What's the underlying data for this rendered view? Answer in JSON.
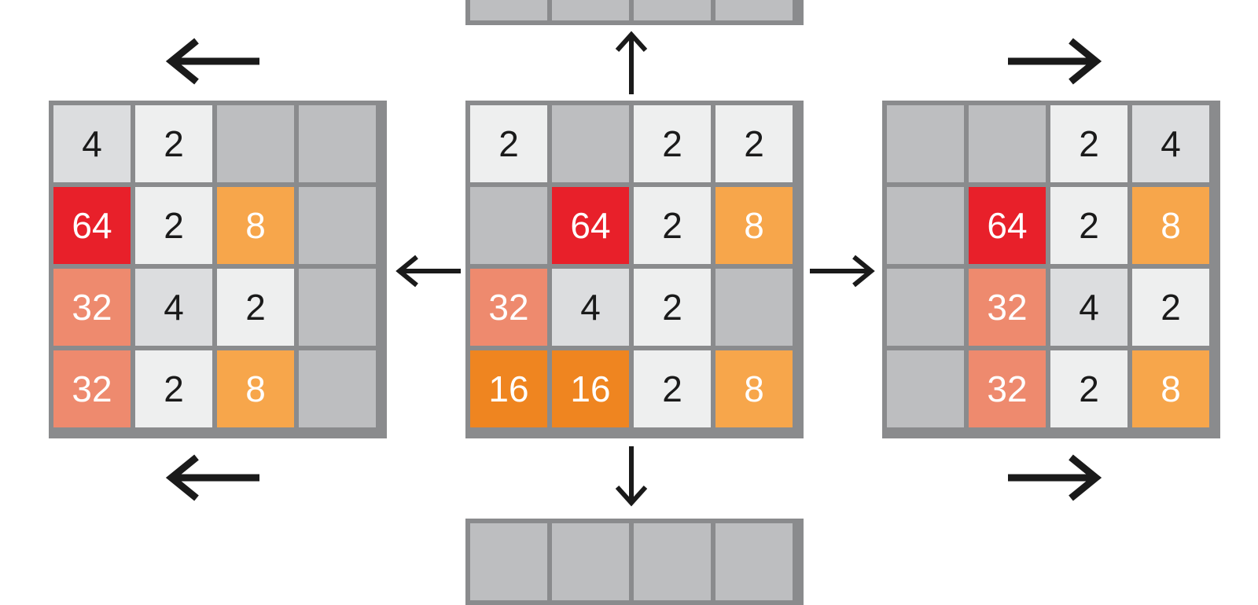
{
  "colors": {
    "empty": "#bdbec0",
    "grid": "#8a8b8d",
    "ink": "#1a1a1a",
    "tiles": {
      "2": {
        "bg": "#eeefef",
        "fg": "#1a1a1a"
      },
      "4": {
        "bg": "#dcdddf",
        "fg": "#1a1a1a"
      },
      "8": {
        "bg": "#f7a64b",
        "fg": "#ffffff"
      },
      "16": {
        "bg": "#ef8520",
        "fg": "#ffffff"
      },
      "32": {
        "bg": "#ee8a6e",
        "fg": "#ffffff"
      },
      "64": {
        "bg": "#e8202a",
        "fg": "#ffffff"
      }
    }
  },
  "boards": [
    {
      "id": "up-result-partial",
      "rows": [
        [
          0,
          0,
          0,
          0
        ]
      ]
    },
    {
      "id": "left-result",
      "rows": [
        [
          4,
          2,
          0,
          0
        ],
        [
          64,
          2,
          8,
          0
        ],
        [
          32,
          4,
          2,
          0
        ],
        [
          32,
          2,
          8,
          0
        ]
      ]
    },
    {
      "id": "current-state",
      "rows": [
        [
          2,
          0,
          2,
          2
        ],
        [
          0,
          64,
          2,
          8
        ],
        [
          32,
          4,
          2,
          0
        ],
        [
          16,
          16,
          2,
          8
        ]
      ]
    },
    {
      "id": "right-result",
      "rows": [
        [
          0,
          0,
          2,
          4
        ],
        [
          0,
          64,
          2,
          8
        ],
        [
          0,
          32,
          4,
          2
        ],
        [
          0,
          32,
          2,
          8
        ]
      ]
    },
    {
      "id": "down-result-partial",
      "rows": [
        [
          0,
          0,
          0,
          0
        ]
      ]
    }
  ],
  "arrows": [
    {
      "id": "move-up",
      "direction": "up"
    },
    {
      "id": "move-down",
      "direction": "down"
    },
    {
      "id": "move-left",
      "direction": "left"
    },
    {
      "id": "move-right",
      "direction": "right"
    },
    {
      "id": "left-result-top",
      "direction": "left"
    },
    {
      "id": "left-result-bottom",
      "direction": "left"
    },
    {
      "id": "right-result-top",
      "direction": "right"
    },
    {
      "id": "right-result-bottom",
      "direction": "right"
    }
  ]
}
